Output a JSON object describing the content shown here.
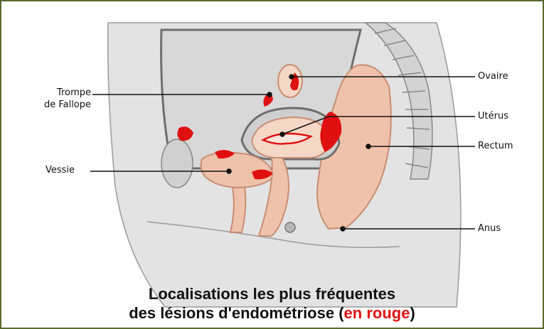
{
  "labels": {
    "trompe_line1": "Trompe",
    "trompe_line2": "de Fallope",
    "vessie": "Vessie",
    "ovaire": "Ovaire",
    "uterus": "Utérus",
    "rectum": "Rectum",
    "anus": "Anus"
  },
  "caption": {
    "line1": "Localisations les plus fréquentes",
    "line2_prefix": "des lésions d'endométriose (",
    "line2_highlight": "en rouge",
    "line2_suffix": ")"
  },
  "colors": {
    "frame_border": "#5a6b2e",
    "body_fill": "#e3e3e3",
    "organ_fill": "#efc3ab",
    "lesion": "#e01010",
    "outline": "#777777",
    "text": "#111111"
  }
}
